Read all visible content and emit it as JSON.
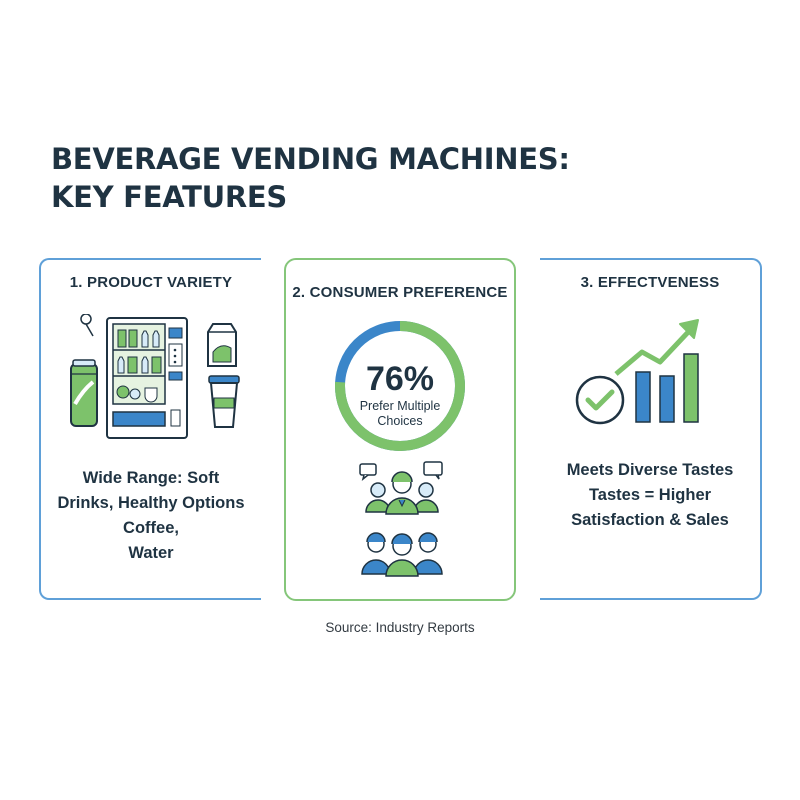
{
  "title": {
    "line1": "BEVERAGE VENDING MACHINES:",
    "line2": "KEY FEATURES"
  },
  "cards": [
    {
      "heading": "1. PRODUCT VARIETY",
      "text_lines": [
        "Wide Range: Soft",
        "Drinks, Healthy Options",
        "Coffee,",
        "Water"
      ]
    },
    {
      "heading": "2. CONSUMER PREFERENCE",
      "stat_value": "76%",
      "stat_label_lines": [
        "Prefer Multiple",
        "Choices"
      ],
      "stat_fraction": 0.76
    },
    {
      "heading": "3. EFFECTVENESS",
      "text_lines": [
        "Meets Diverse Tastes",
        "Tastes = Higher",
        "Satisfaction & Sales"
      ]
    }
  ],
  "source": "Source: Industry Reports",
  "icons": {
    "card1": [
      "vending-machine-icon",
      "soda-can-icon",
      "milk-carton-icon",
      "coffee-cup-icon"
    ],
    "card2": [
      "donut-chart",
      "people-talking-icon",
      "people-group-icon"
    ],
    "card3": [
      "checkmark-circle-icon",
      "bar-chart-icon",
      "trend-arrow-icon"
    ]
  },
  "colors": {
    "primary": "#1f3342",
    "blue": "#3b86c9",
    "green": "#7dc26b",
    "green_border": "#85c67a",
    "blue_border": "#5fa0d8"
  }
}
